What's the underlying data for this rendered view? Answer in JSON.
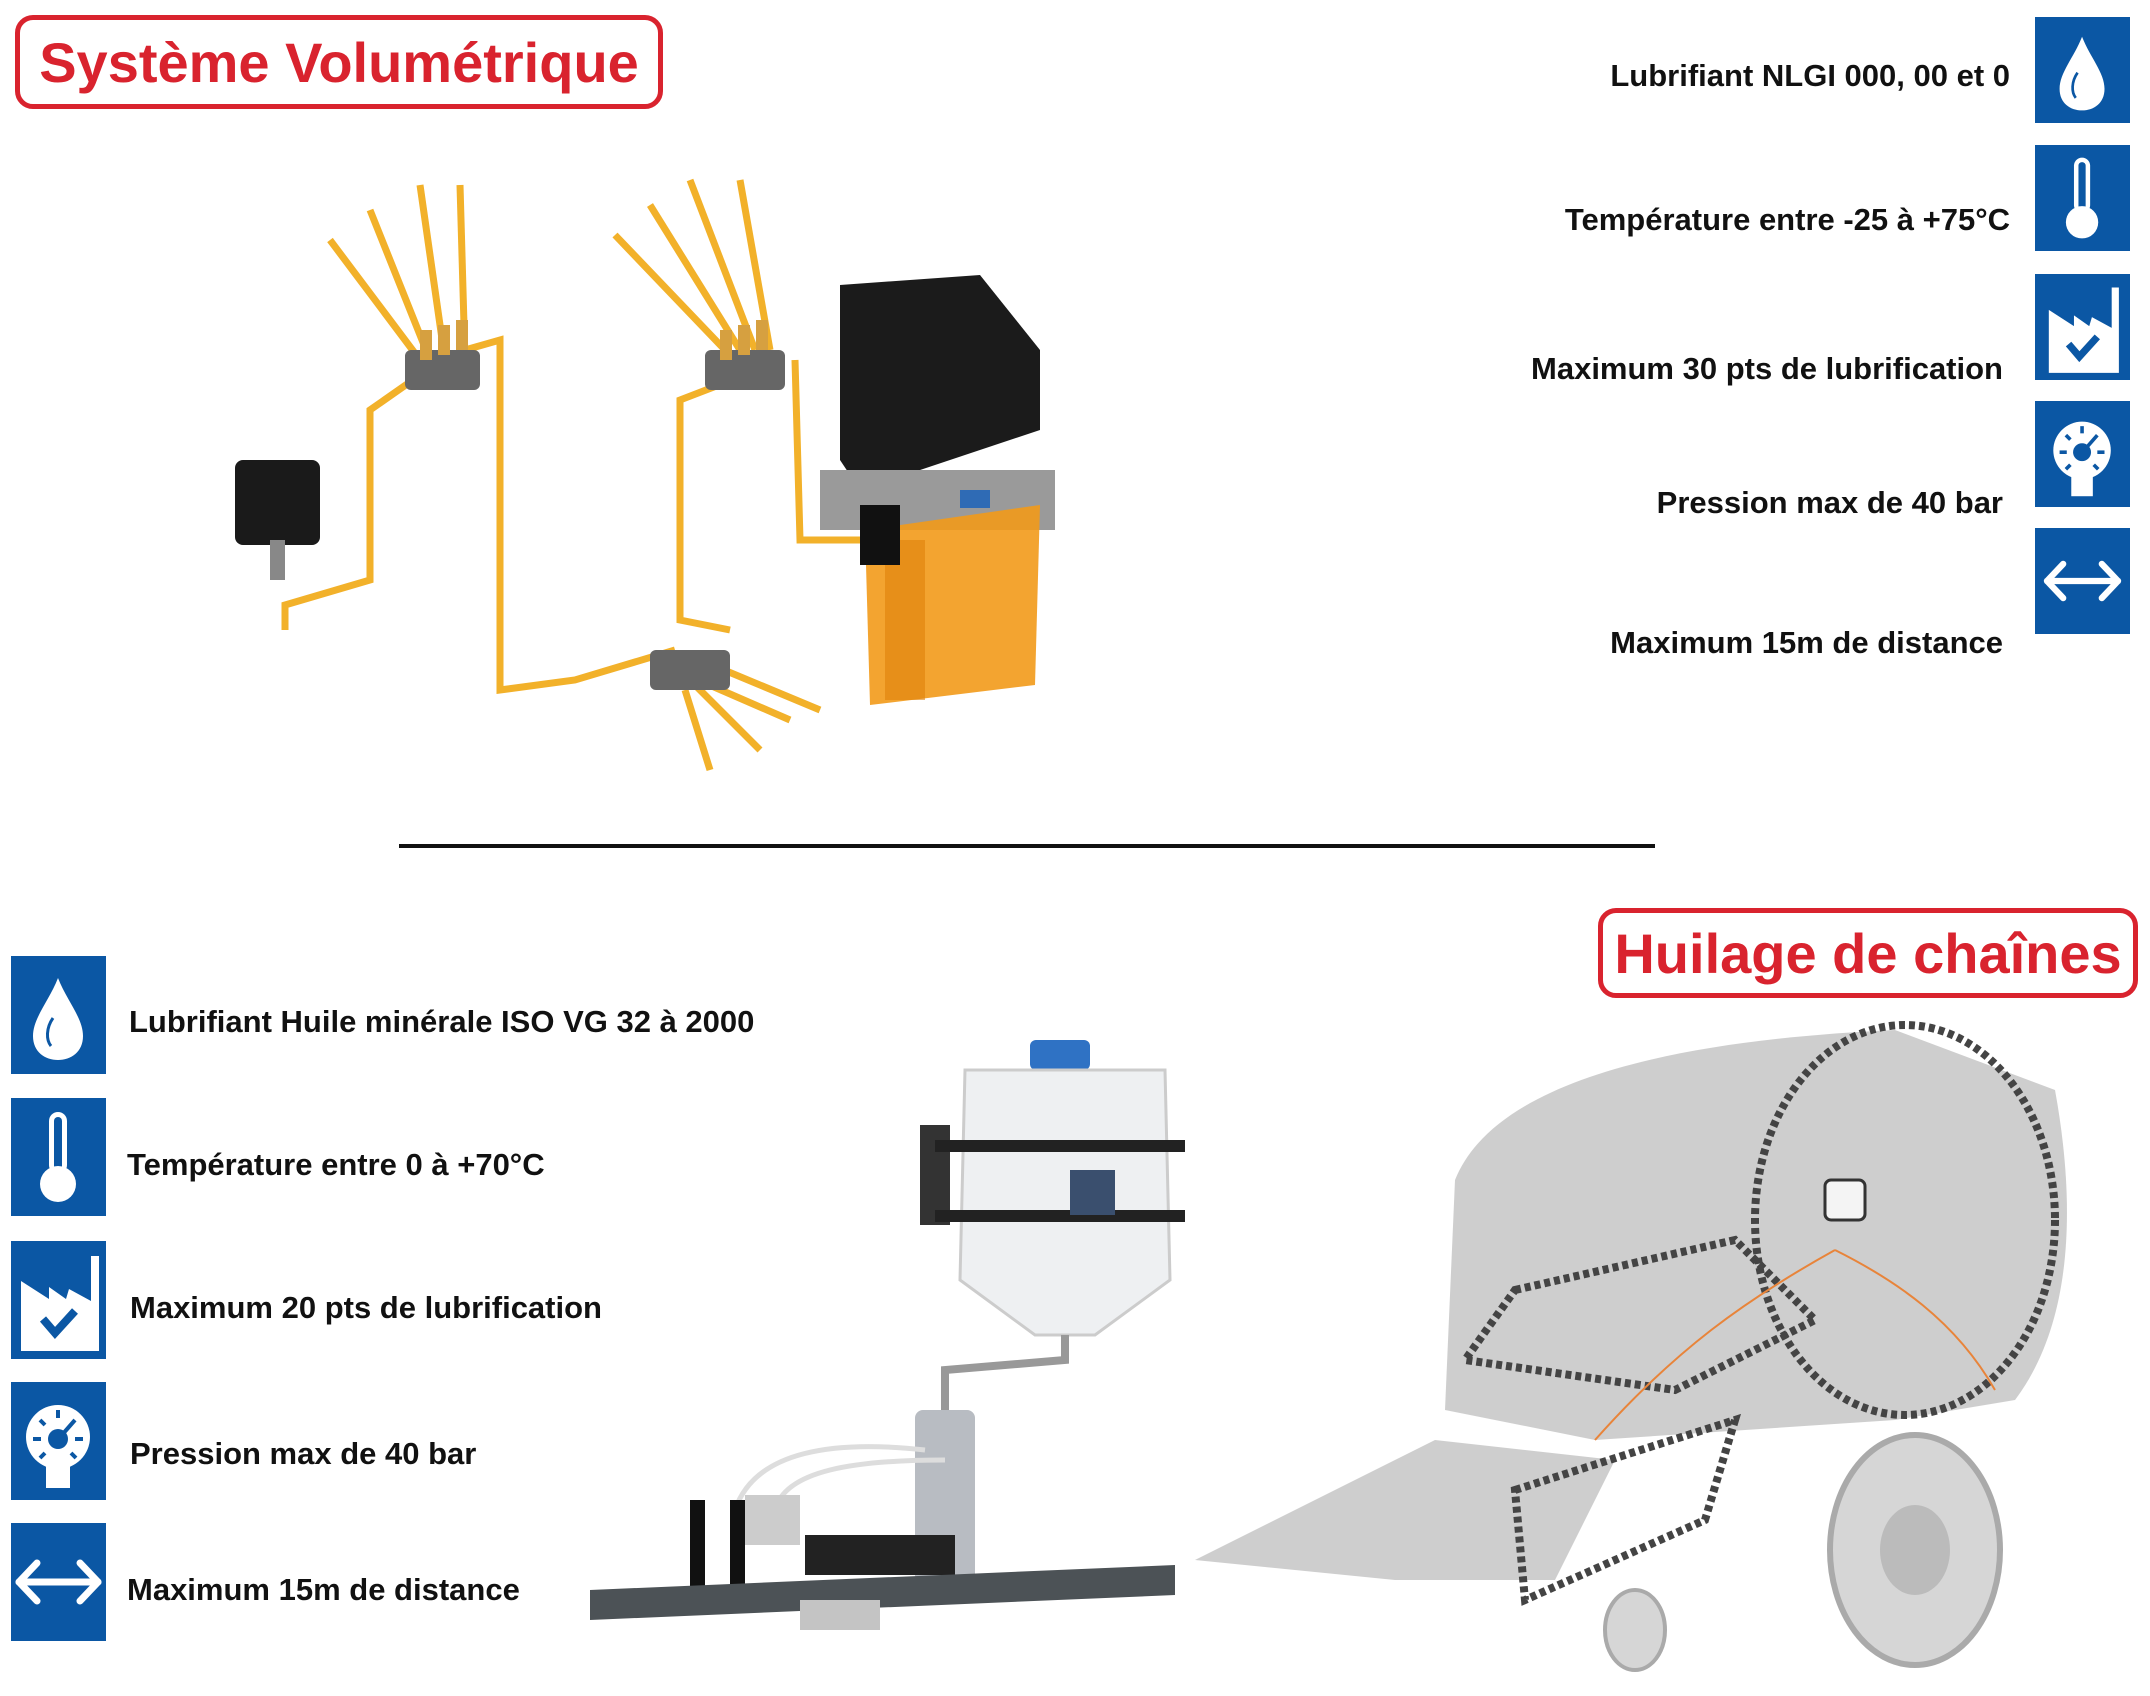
{
  "volumetric": {
    "title": "Système Volumétrique",
    "features": [
      {
        "icon": "drop-icon",
        "text": "Lubrifiant NLGI 000, 00 et 0"
      },
      {
        "icon": "thermometer-icon",
        "text": "Température entre -25 à +75°C"
      },
      {
        "icon": "factory-check-icon",
        "text": "Maximum 30 pts de lubrification"
      },
      {
        "icon": "pressure-gauge-icon",
        "text": "Pression max de 40 bar"
      },
      {
        "icon": "double-arrow-icon",
        "text": "Maximum 15m de distance"
      }
    ]
  },
  "chain_oiling": {
    "title": "Huilage de chaînes",
    "features": [
      {
        "icon": "drop-icon",
        "text": "Lubrifiant Huile minérale ISO VG 32 à 2000"
      },
      {
        "icon": "thermometer-icon",
        "text": "Température entre 0 à +70°C"
      },
      {
        "icon": "factory-check-icon",
        "text": "Maximum 20 pts de lubrification"
      },
      {
        "icon": "pressure-gauge-icon",
        "text": "Pression max de 40 bar"
      },
      {
        "icon": "double-arrow-icon",
        "text": "Maximum 15m de distance"
      }
    ]
  },
  "colors": {
    "accent_red": "#d9232e",
    "icon_blue": "#0b57a4",
    "pipe_yellow": "#f2b12a",
    "reservoir_orange": "#f29a1a"
  }
}
